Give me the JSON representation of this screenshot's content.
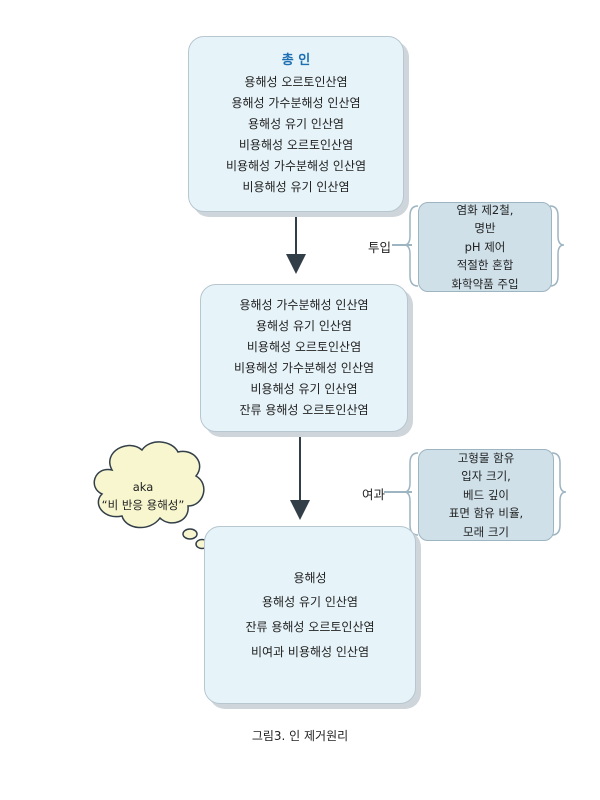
{
  "box1": {
    "title": "총 인",
    "lines": [
      "용해성 오르토인산염",
      "용해성 가수분해성 인산염",
      "용해성 유기 인산염",
      "비용해성 오르토인산염",
      "비용해성 가수분해성 인산염",
      "비용해성 유기 인산염"
    ]
  },
  "step1": {
    "label": "투입",
    "notes": [
      "염화 제2철,",
      "명반",
      "pH 제어",
      "적절한 혼합",
      "화학약품 주입"
    ]
  },
  "box2": {
    "lines": [
      "용해성 가수분해성 인산염",
      "용해성 유기 인산염",
      "비용해성 오르토인산염",
      "비용해성 가수분해성 인산염",
      "비용해성 유기 인산염",
      "잔류 용해성 오르토인산염"
    ]
  },
  "step2": {
    "label": "여과",
    "notes": [
      "고형물 함유",
      "입자 크기,",
      "베드 깊이",
      "표면 함유 비율,",
      "모래 크기"
    ]
  },
  "box3": {
    "lines": [
      "용해성",
      "용해성 유기 인산염",
      "잔류 용해성 오르토인산염",
      "비여과 비용해성 인산염"
    ]
  },
  "cloud": {
    "lines": [
      "aka",
      "“비 반응 용해성”"
    ]
  },
  "caption": "그림3. 인 제거원리",
  "colors": {
    "box_fill": "#e6f3f9",
    "note_fill": "#cfe0e9",
    "title": "#1d6fb2",
    "cloud_fill": "#f7f6cf",
    "arrow": "#333f48"
  }
}
